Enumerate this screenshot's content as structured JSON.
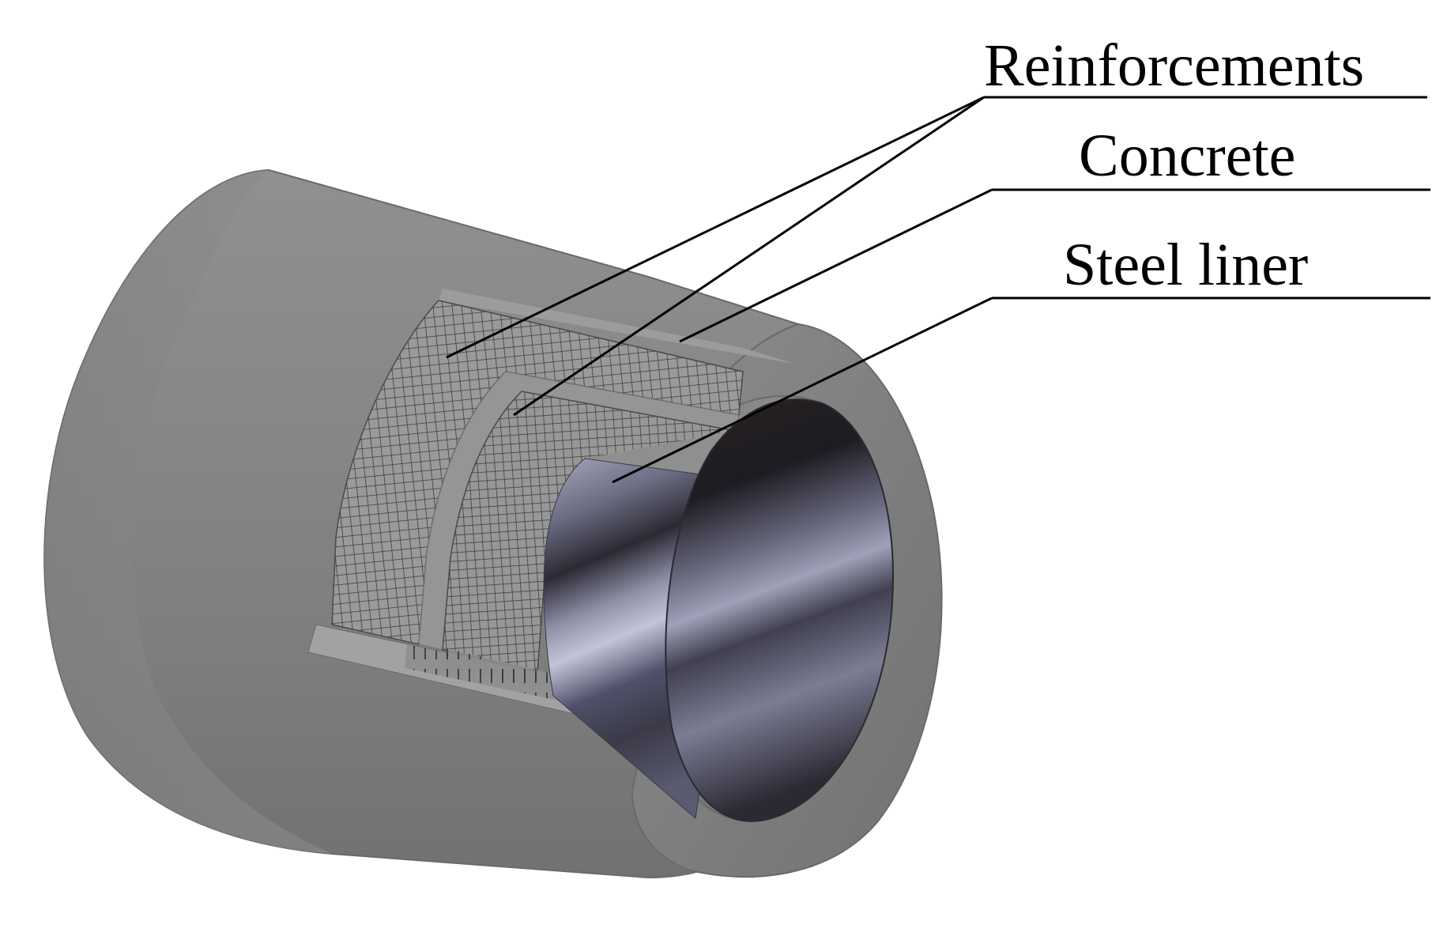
{
  "labels": {
    "reinforcements": "Reinforcements",
    "concrete": "Concrete",
    "steel_liner": "Steel liner"
  },
  "colors": {
    "concrete": "#8a8a8a",
    "steel": "#6a6a80",
    "leader_line": "#000000",
    "background": "#ffffff"
  }
}
